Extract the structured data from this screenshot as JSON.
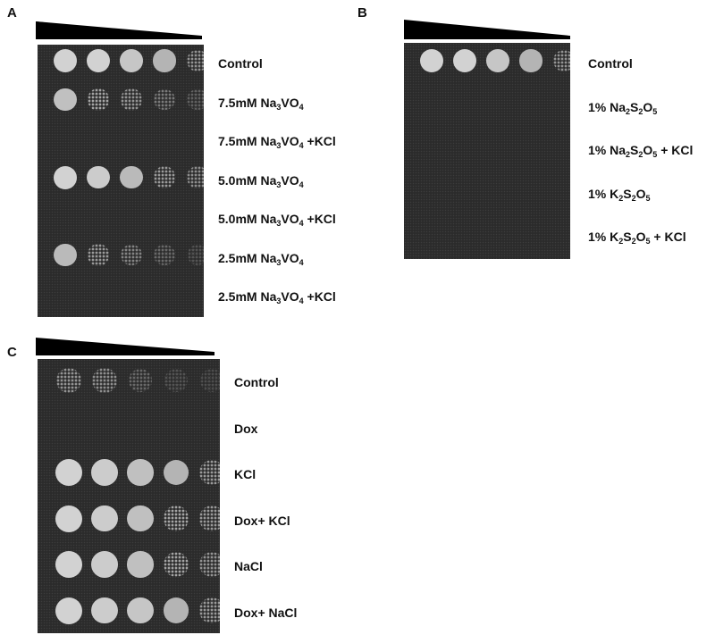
{
  "panels": [
    {
      "letter": "A",
      "rows": [
        {
          "label_html": "Control",
          "growth": [
            1,
            1,
            0.9,
            0.75,
            0.55
          ]
        },
        {
          "label_html": "7.5mM Na<sub>3</sub>VO<sub>4</sub>",
          "growth": [
            0.85,
            0.7,
            0.55,
            0.4,
            0.25
          ]
        },
        {
          "label_html": "7.5mM Na<sub>3</sub>VO<sub>4</sub> +KCl",
          "growth": [
            0,
            0,
            0,
            0,
            0
          ]
        },
        {
          "label_html": "5.0mM Na<sub>3</sub>VO<sub>4</sub>",
          "growth": [
            1,
            0.95,
            0.8,
            0.6,
            0.5
          ]
        },
        {
          "label_html": "5.0mM Na<sub>3</sub>VO<sub>4</sub> +KCl",
          "growth": [
            0,
            0,
            0,
            0,
            0
          ]
        },
        {
          "label_html": "2.5mM Na<sub>3</sub>VO<sub>4</sub>",
          "growth": [
            0.8,
            0.6,
            0.45,
            0.3,
            0.15
          ]
        },
        {
          "label_html": "2.5mM Na<sub>3</sub>VO<sub>4</sub> +KCl",
          "growth": [
            0,
            0,
            0,
            0,
            0
          ]
        }
      ]
    },
    {
      "letter": "B",
      "rows": [
        {
          "label_html": "Control",
          "growth": [
            1,
            1,
            0.9,
            0.75,
            0.55
          ]
        },
        {
          "label_html": "1%  Na<sub>2</sub>S<sub>2</sub>O<sub>5</sub>",
          "growth": [
            0,
            0,
            0,
            0,
            0
          ]
        },
        {
          "label_html": "1%  Na<sub>2</sub>S<sub>2</sub>O<sub>5</sub> + KCl",
          "growth": [
            0,
            0,
            0,
            0,
            0
          ]
        },
        {
          "label_html": "1%  K<sub>2</sub>S<sub>2</sub>O<sub>5</sub>",
          "growth": [
            0,
            0,
            0,
            0,
            0
          ]
        },
        {
          "label_html": "1%  K<sub>2</sub>S<sub>2</sub>O<sub>5</sub> + KCl",
          "growth": [
            0,
            0,
            0,
            0,
            0
          ]
        }
      ]
    },
    {
      "letter": "C",
      "rows": [
        {
          "label_html": "Control",
          "growth": [
            0.55,
            0.5,
            0.3,
            0.15,
            0.1
          ]
        },
        {
          "label_html": "Dox",
          "growth": [
            0,
            0,
            0,
            0,
            0
          ]
        },
        {
          "label_html": "KCl",
          "growth": [
            1,
            0.95,
            0.85,
            0.75,
            0.6
          ]
        },
        {
          "label_html": "Dox+ KCl",
          "growth": [
            1,
            0.95,
            0.85,
            0.7,
            0.6
          ]
        },
        {
          "label_html": "NaCl",
          "growth": [
            1,
            0.95,
            0.85,
            0.7,
            0.55
          ]
        },
        {
          "label_html": "Dox+ NaCl",
          "growth": [
            1,
            0.95,
            0.9,
            0.75,
            0.6
          ]
        }
      ]
    }
  ],
  "colors": {
    "plate": "#2b2b2b",
    "spot": "#cfcfcf",
    "wedge": "#000000"
  }
}
